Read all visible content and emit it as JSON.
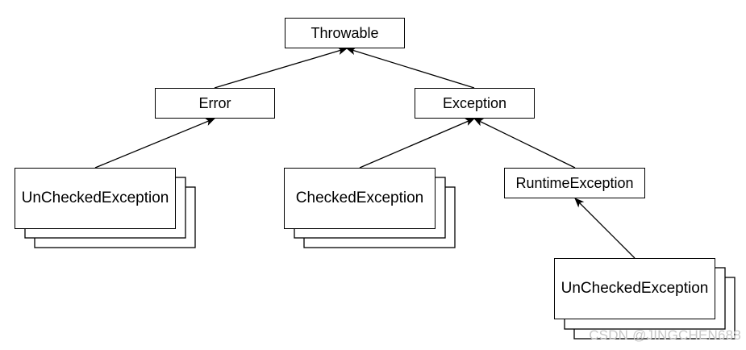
{
  "diagram": {
    "nodes": {
      "throwable": "Throwable",
      "error": "Error",
      "exception": "Exception",
      "unchecked_error": "UnCheckedException",
      "checked": "CheckedException",
      "runtime": "RuntimeException",
      "unchecked_runtime": "UnCheckedException"
    }
  },
  "watermark": "CSDN @JINGCHEN688"
}
